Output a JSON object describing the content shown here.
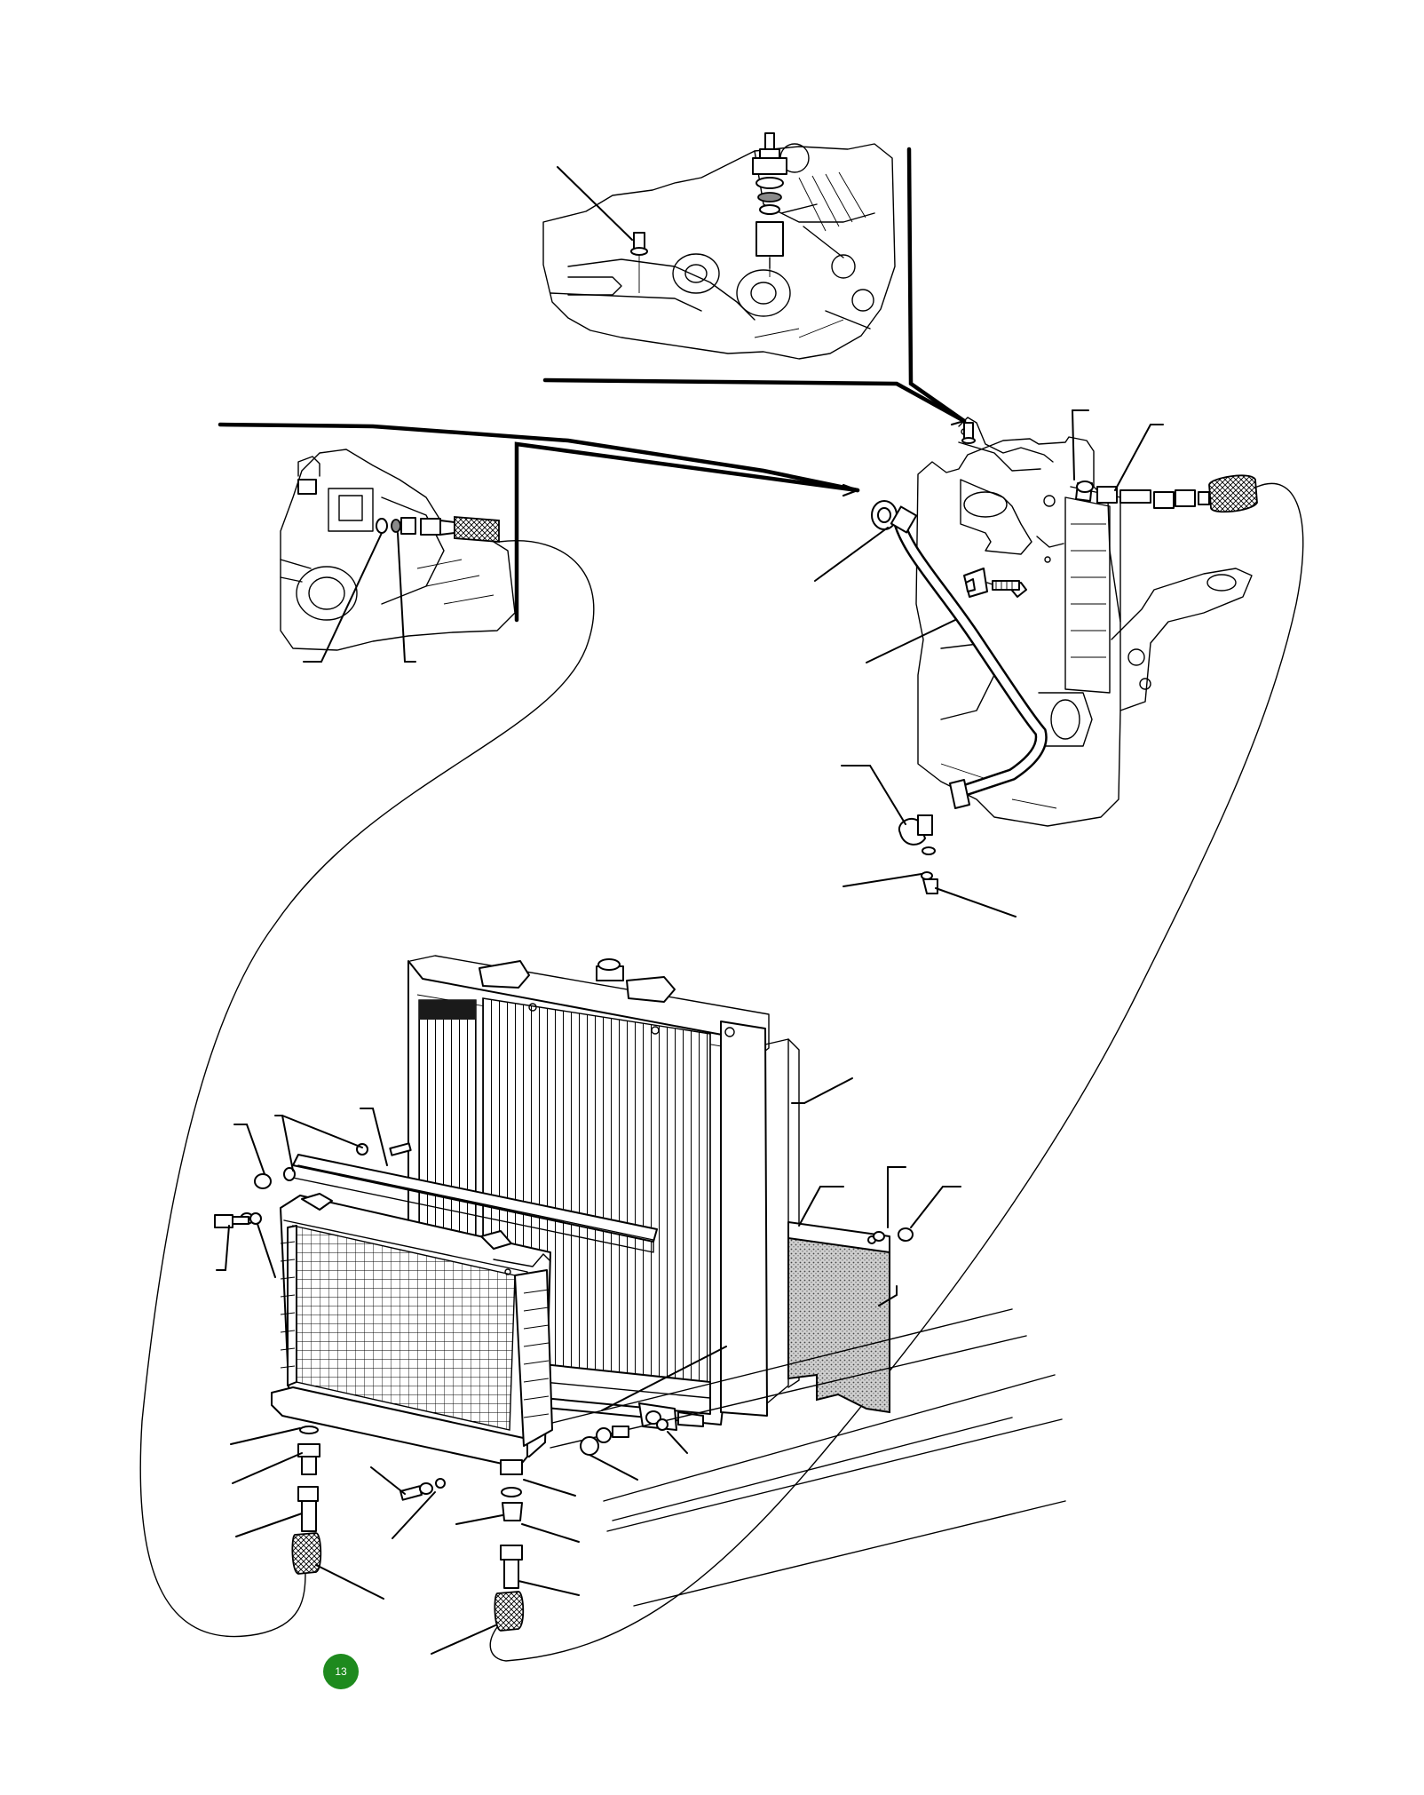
{
  "page": {
    "background": "#ffffff",
    "line_color": "#000000"
  },
  "badge": {
    "label": "13",
    "color": "#1e8a1e"
  },
  "icons": {
    "badge": "circle-badge",
    "cooler": "oil-cooler-drawing",
    "radiator": "radiator-drawing",
    "engine": "engine-block-drawing",
    "transmission": "transmission-housing-drawing",
    "hose": "oil-hose-line"
  }
}
